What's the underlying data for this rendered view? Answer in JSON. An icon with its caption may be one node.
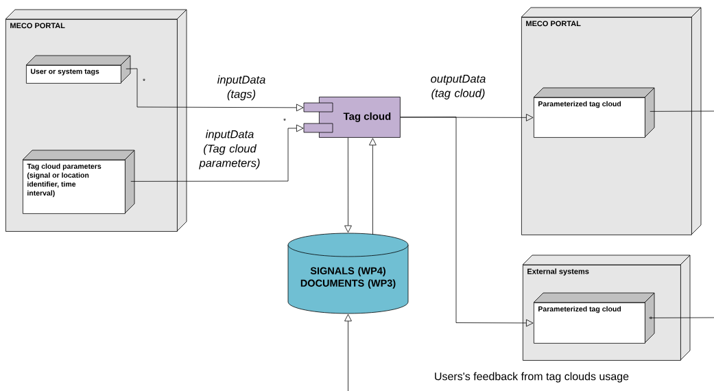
{
  "diagram": {
    "nodes": [
      {
        "text": [
          "MECO PORTAL"
        ]
      },
      {
        "text": [
          "User or system tags"
        ],
        "in": 0
      },
      {
        "text": [
          "Tag cloud parameters (signal or location identifier, time interval)"
        ],
        "in": 0
      },
      {
        "text": [
          "Tag cloud"
        ]
      },
      {
        "text": [
          "SIGNALS (WP4) DOCUMENTS (WP3)"
        ]
      },
      {
        "text": [
          "MECO PORTAL"
        ]
      },
      {
        "text": [
          "Parameterized tag cloud"
        ],
        "in": 5
      },
      {
        "text": [
          "External systems"
        ]
      },
      {
        "text": [
          "Parameterized tag cloud"
        ],
        "in": 7
      }
    ],
    "edges": [
      {
        "from": 1,
        "to": 3,
        "arrow": "to",
        "label": "inputData (tags)"
      },
      {
        "from": 2,
        "to": 3,
        "arrow": "to",
        "label": "inputData (Tag cloud parameters)"
      },
      {
        "from": 3,
        "to": 4,
        "arrow": "to"
      },
      {
        "from": 4,
        "to": 3,
        "arrow": "to"
      },
      {
        "from": 3,
        "to": 6,
        "arrow": "to",
        "label": "outputData (tag cloud)"
      },
      {
        "from": 3,
        "to": 8,
        "arrow": "to"
      },
      {
        "from": null,
        "to": 4,
        "arrow": "to"
      },
      {
        "from": 6,
        "to": null,
        "arrow": "none"
      },
      {
        "from": null,
        "to": 8,
        "arrow": "to"
      }
    ],
    "labels": [
      "*",
      "*",
      "Users's feedback from tag clouds usage"
    ]
  }
}
